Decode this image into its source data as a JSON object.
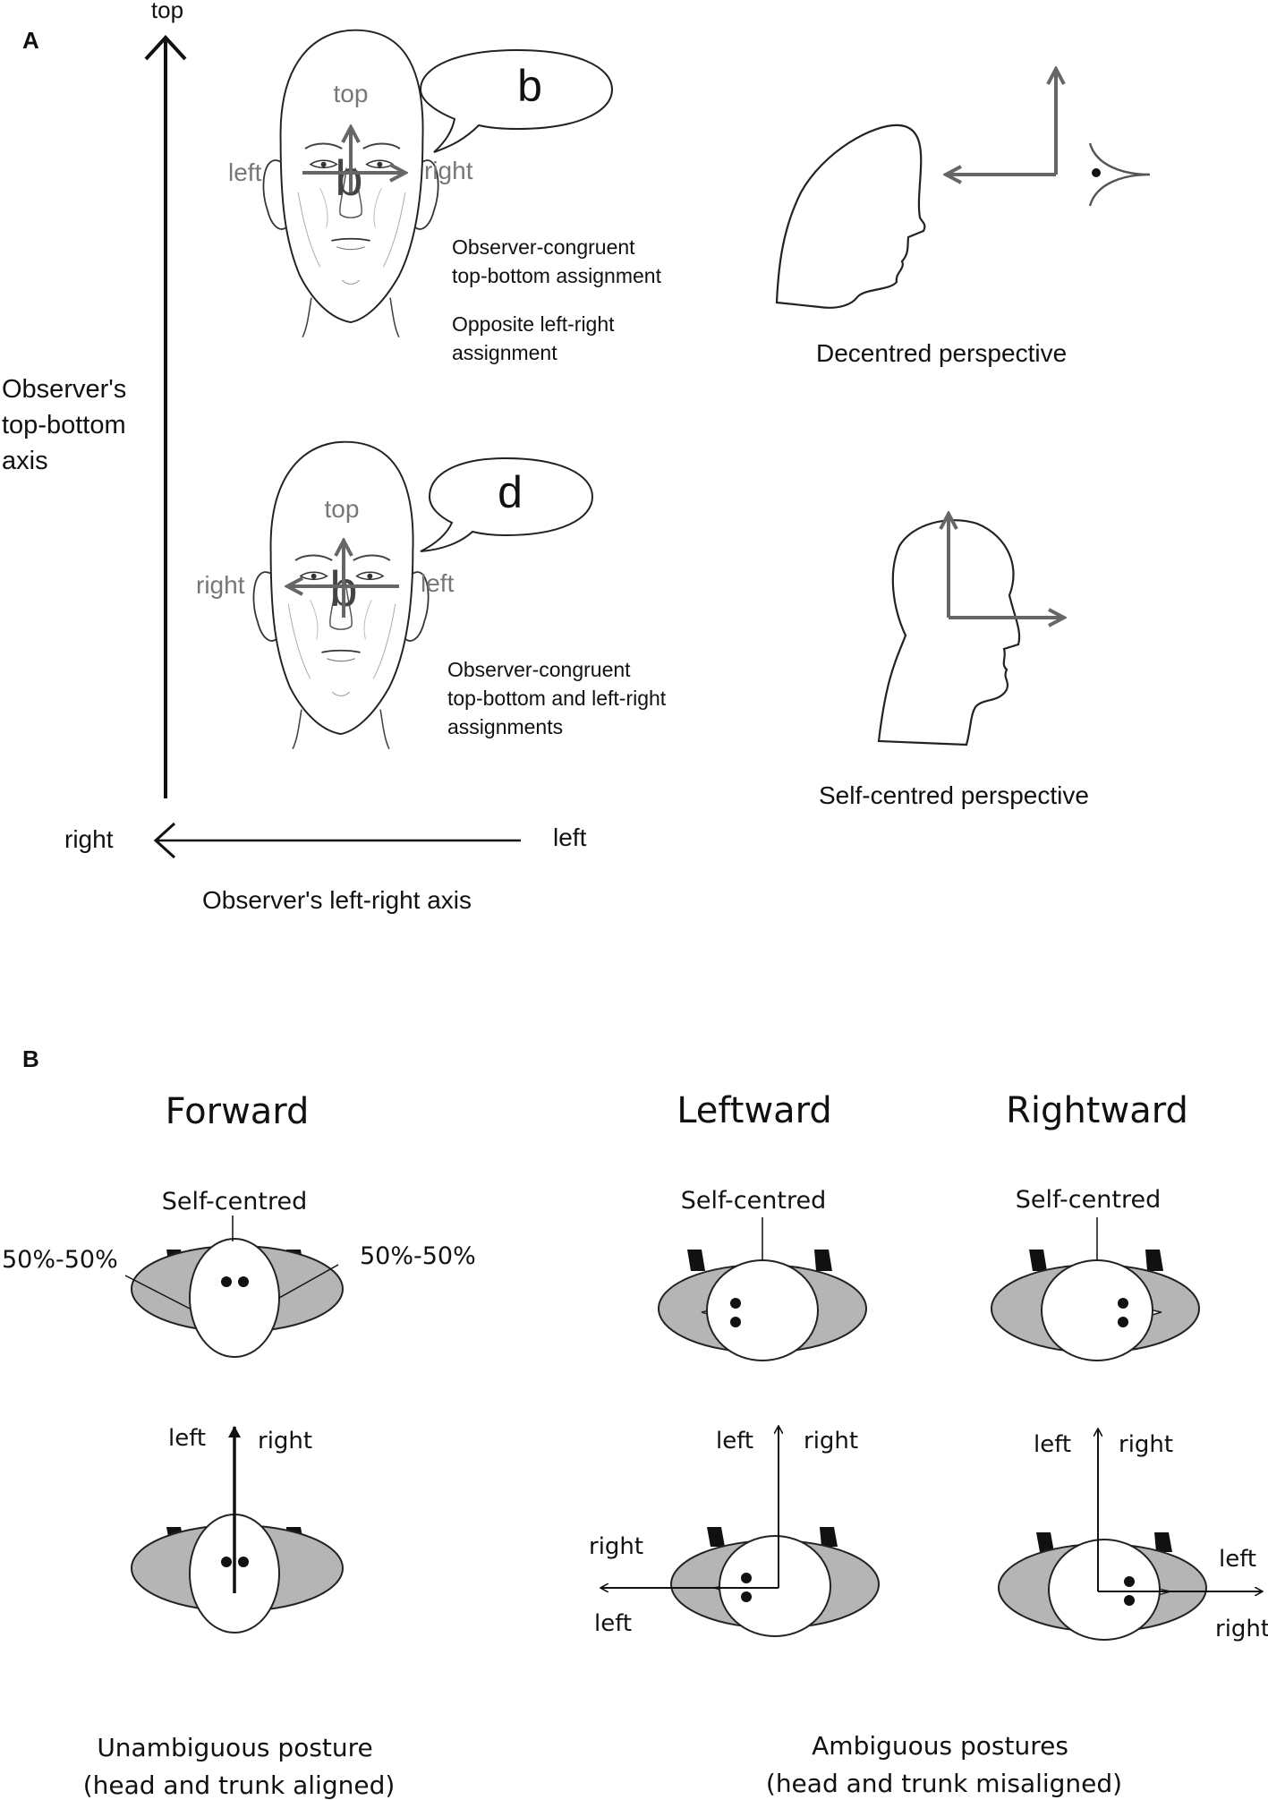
{
  "panel_a": {
    "letter": "A",
    "vertical_axis_top": "top",
    "vertical_axis_label": [
      "Observer's",
      "top-bottom",
      "axis"
    ],
    "horizontal_axis_right": "right",
    "horizontal_axis_left": "left",
    "horizontal_axis_label": "Observer's left-right axis",
    "upper_face": {
      "top": "top",
      "left": "left",
      "right": "right",
      "letter": "b",
      "bubble": "b",
      "note_1": [
        "Observer-congruent",
        "top-bottom assignment"
      ],
      "note_2": [
        "Opposite left-right",
        "assignment"
      ]
    },
    "lower_face": {
      "top": "top",
      "left": "left",
      "right": "right",
      "letter": "b",
      "bubble": "d",
      "note": [
        "Observer-congruent",
        "top-bottom and left-right",
        "assignments"
      ]
    },
    "decentred_caption": "Decentred perspective",
    "selfcentred_caption": "Self-centred perspective"
  },
  "panel_b": {
    "letter": "B",
    "forward": {
      "title": "Forward",
      "self_centred": "Self-centred",
      "left_pct": "50%-50%",
      "right_pct": "50%-50%",
      "arrow_left": "left",
      "arrow_right": "right"
    },
    "leftward": {
      "title": "Leftward",
      "self_centred": "Self-centred",
      "arrow_left": "left",
      "arrow_right": "right",
      "side_top": "right",
      "side_bottom": "left"
    },
    "rightward": {
      "title": "Rightward",
      "self_centred": "Self-centred",
      "arrow_left": "left",
      "arrow_right": "right",
      "side_top": "left",
      "side_bottom": "right"
    },
    "caption_left": [
      "Unambiguous posture",
      "(head and trunk aligned)"
    ],
    "caption_right": [
      "Ambiguous postures",
      "(head and trunk misaligned)"
    ]
  }
}
